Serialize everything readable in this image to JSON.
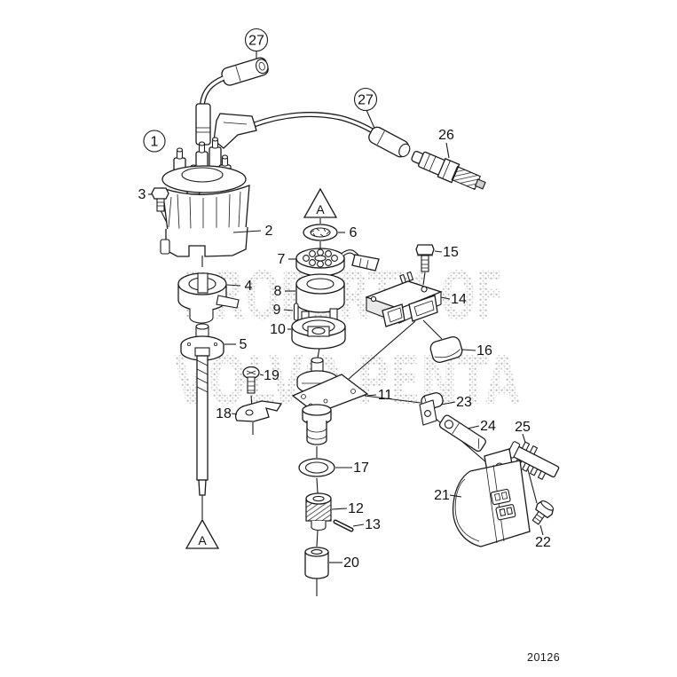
{
  "diagram": {
    "watermark": {
      "line1": "PROPERTY OF",
      "line2": "VOLVO PENTA"
    },
    "drawing_number": "20126",
    "markers": {
      "top": "A",
      "bottom": "A"
    },
    "callouts": {
      "c1": "1",
      "c2": "2",
      "c3": "3",
      "c4": "4",
      "c5": "5",
      "c6": "6",
      "c7": "7",
      "c8": "8",
      "c9": "9",
      "c10": "10",
      "c11": "11",
      "c12": "12",
      "c13": "13",
      "c14": "14",
      "c15": "15",
      "c16": "16",
      "c17": "17",
      "c18": "18",
      "c19": "19",
      "c20": "20",
      "c21": "21",
      "c22": "22",
      "c23": "23",
      "c24": "24",
      "c25": "25",
      "c26": "26",
      "c27a": "27",
      "c27b": "27"
    },
    "colors": {
      "line": "#1a1a1a",
      "watermark": "#bdbdbd",
      "background": "#ffffff"
    }
  }
}
